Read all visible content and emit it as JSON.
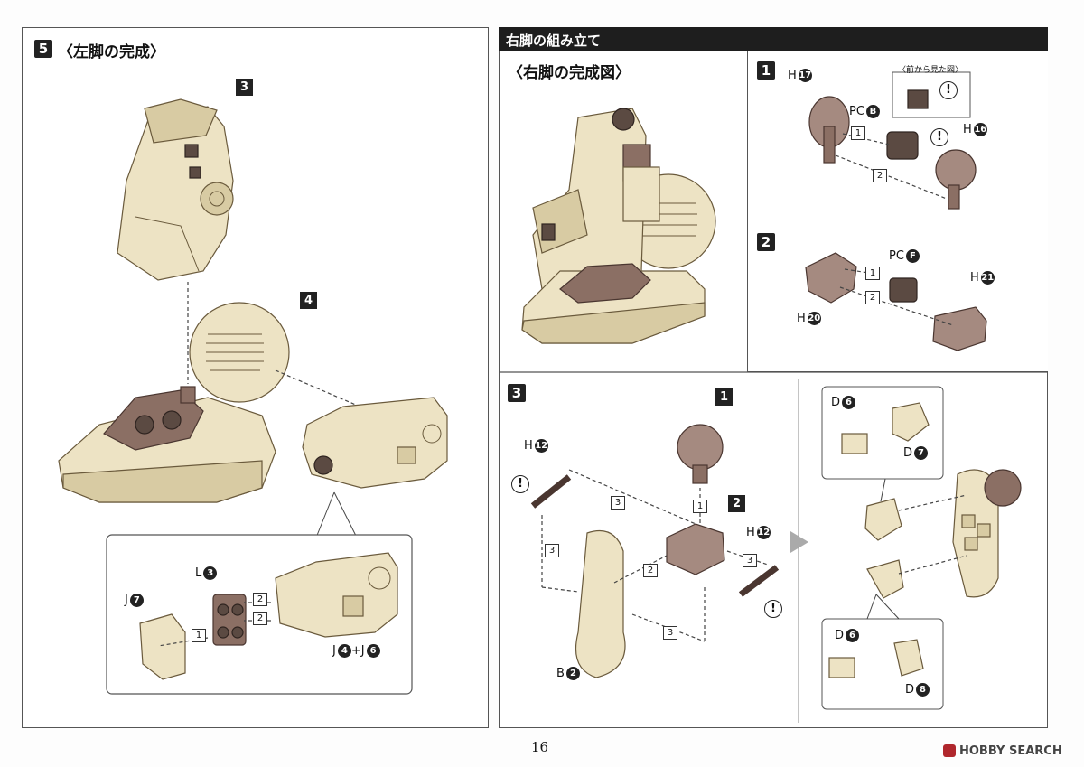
{
  "left_panel": {
    "step_number": "5",
    "title": "〈左脚の完成〉",
    "callouts": [
      "3",
      "4"
    ],
    "inset": {
      "label_L": "L",
      "label_L_num": "3",
      "label_J7": "J",
      "label_J7_num": "7",
      "label_J4J6_a": "J",
      "label_J4J6_num_a": "4",
      "label_J4J6_plus": "+J",
      "label_J4J6_num_b": "6",
      "step_boxes": [
        "1",
        "2",
        "2"
      ]
    }
  },
  "right_panel": {
    "header_title": "右脚の組み立て",
    "subtitle": "〈右脚の完成図〉",
    "step1": {
      "step_number": "1",
      "front_view_caption": "〈前から見た図〉",
      "labels": {
        "h17": "H",
        "h17_num": "17",
        "pcb": "PC",
        "pcb_num": "B",
        "h16": "H",
        "h16_num": "16"
      },
      "step_boxes": [
        "1",
        "2"
      ]
    },
    "step2": {
      "step_number": "2",
      "labels": {
        "pcf": "PC",
        "pcf_num": "F",
        "h21": "H",
        "h21_num": "21",
        "h20": "H",
        "h20_num": "20"
      },
      "step_boxes": [
        "1",
        "2"
      ]
    },
    "step3": {
      "step_number": "3",
      "callouts": [
        "1",
        "2"
      ],
      "labels": {
        "h12a": "H",
        "h12a_num": "12",
        "h12b": "H",
        "h12b_num": "12",
        "b2": "B",
        "b2_num": "2",
        "d6a": "D",
        "d6a_num": "6",
        "d7": "D",
        "d7_num": "7",
        "d6b": "D",
        "d6b_num": "6",
        "d8": "D",
        "d8_num": "8"
      },
      "step_boxes": [
        "3",
        "3",
        "3",
        "3",
        "2",
        "1"
      ]
    }
  },
  "footer": {
    "page_number": "16",
    "watermark": "HOBBY SEARCH"
  },
  "colors": {
    "part_tan": "#ede3c4",
    "part_brown": "#8b6f64",
    "accent_dark": "#222222"
  }
}
